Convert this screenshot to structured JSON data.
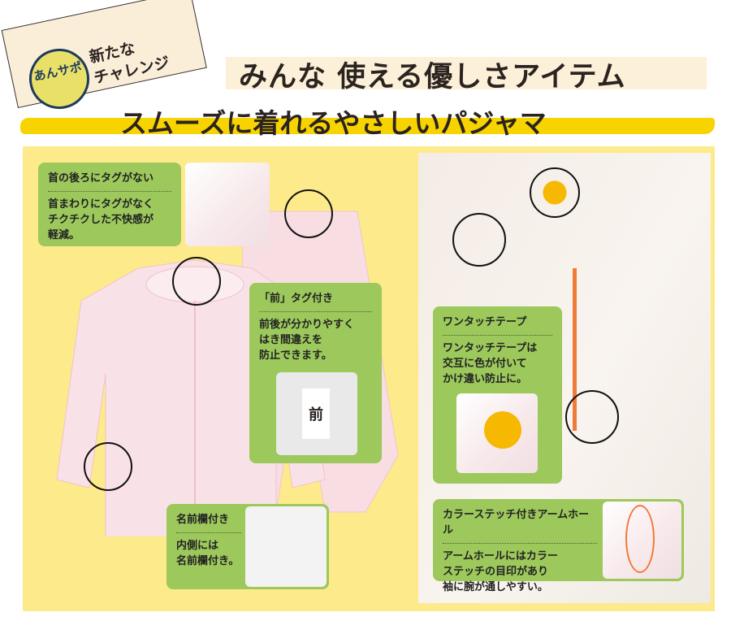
{
  "badge": {
    "logo": "あんサポ",
    "text_line1": "新たな",
    "text_line2": "チャレンジ"
  },
  "title": "みんな 使える優しさアイテム",
  "subtitle": "スムーズに着れるやさしいパジャマ",
  "colors": {
    "callout": "#9cc85c",
    "panel": "#fdea8b",
    "stroke": "#f7d400",
    "stitch": "#f07a3a",
    "tape": "#f6b800"
  },
  "callouts": [
    {
      "heading": "首の後ろにタグがない",
      "body": [
        "首まわりにタグがなく",
        "チクチクした不快感が",
        "軽減。"
      ]
    },
    {
      "heading": "「前」タグ付き",
      "body": [
        "前後が分かりやすく",
        "はき間違えを",
        "防止できます。"
      ],
      "tag_label": "前"
    },
    {
      "heading": "名前欄付き",
      "body": [
        "内側には",
        "名前欄付き。"
      ]
    },
    {
      "heading": "ワンタッチテープ",
      "body": [
        "ワンタッチテープは",
        "交互に色が付いて",
        "かけ違い防止に。"
      ]
    },
    {
      "heading": "カラーステッチ付きアームホール",
      "body": [
        "アームホールにはカラー",
        "ステッチの目印があり",
        "袖に腕が通しやすい。"
      ]
    }
  ]
}
